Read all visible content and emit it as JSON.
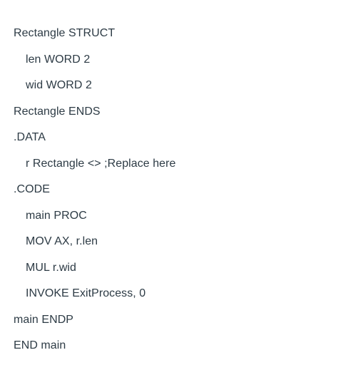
{
  "code_lines": [
    {
      "text": "Rectangle STRUCT",
      "indent": 0
    },
    {
      "text": "len WORD 2",
      "indent": 1
    },
    {
      "text": "wid WORD 2",
      "indent": 1
    },
    {
      "text": "Rectangle ENDS",
      "indent": 0
    },
    {
      "text": ".DATA",
      "indent": 0
    },
    {
      "text": "r Rectangle <> ;Replace here",
      "indent": 1
    },
    {
      "text": ".CODE",
      "indent": 0
    },
    {
      "text": "main PROC",
      "indent": 1
    },
    {
      "text": "MOV AX, r.len",
      "indent": 1
    },
    {
      "text": "MUL r.wid",
      "indent": 1
    },
    {
      "text": "INVOKE ExitProcess, 0",
      "indent": 1
    },
    {
      "text": "main ENDP",
      "indent": 0
    },
    {
      "text": "END main",
      "indent": 0
    }
  ]
}
